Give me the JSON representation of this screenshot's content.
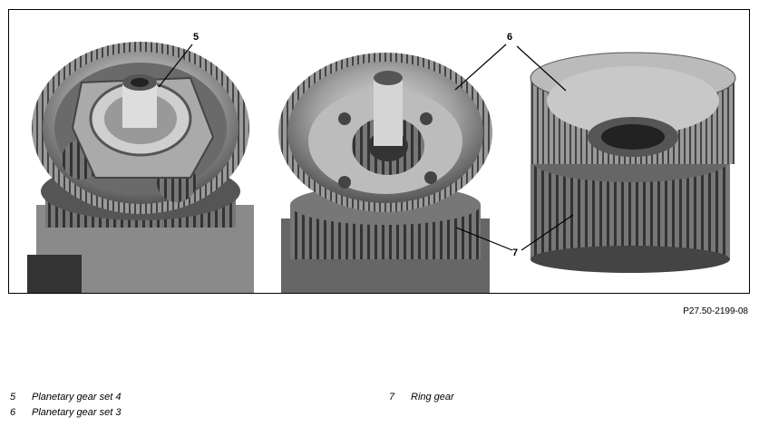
{
  "figure": {
    "callouts": [
      "5",
      "6",
      "7"
    ],
    "reference": "P27.50-2199-08"
  },
  "legend": [
    {
      "num": "5",
      "text": "Planetary gear set 4"
    },
    {
      "num": "6",
      "text": "Planetary gear set 3"
    },
    {
      "num": "7",
      "text": "Ring gear"
    }
  ]
}
